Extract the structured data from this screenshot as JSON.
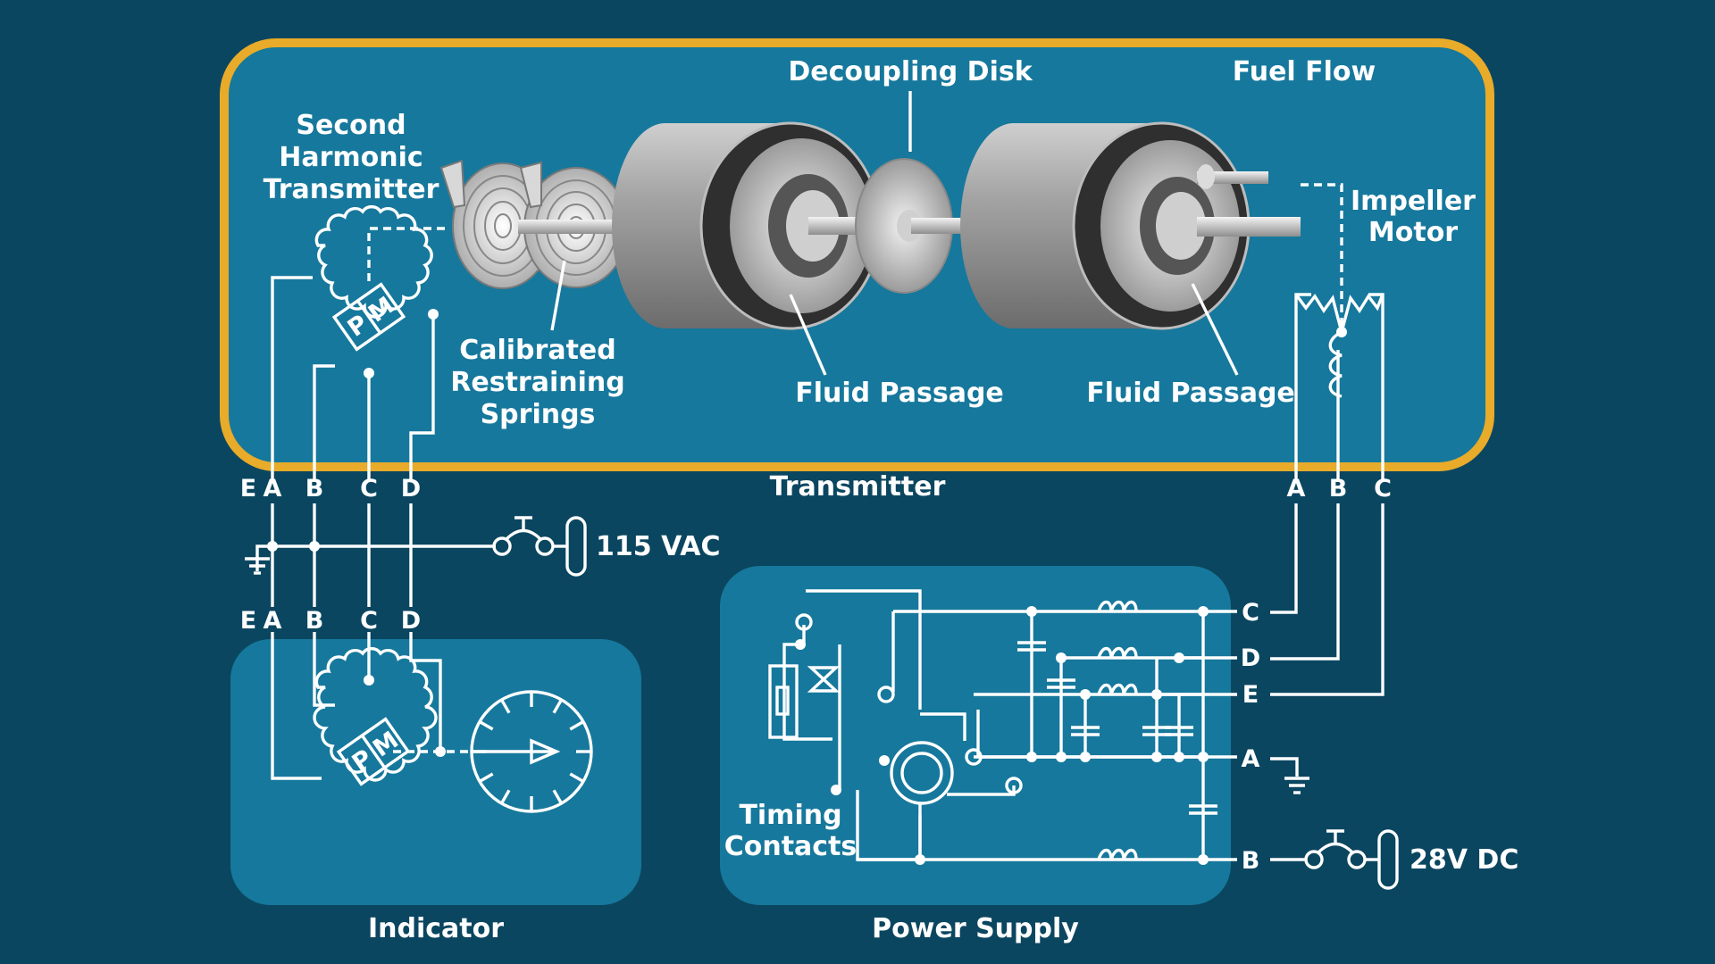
{
  "labels": {
    "decoupling_disk": "Decoupling Disk",
    "fuel_flow": "Fuel Flow",
    "second_harmonic": [
      "Second",
      "Harmonic",
      "Transmitter"
    ],
    "impeller_motor": [
      "Impeller",
      "Motor"
    ],
    "calibrated_springs": [
      "Calibrated",
      "Restraining",
      "Springs"
    ],
    "fluid_passage_1": "Fluid Passage",
    "fluid_passage_2": "Fluid Passage",
    "transmitter": "Transmitter",
    "indicator": "Indicator",
    "power_supply": "Power Supply",
    "timing_contacts": [
      "Timing",
      "Contacts"
    ],
    "vac": "115 VAC",
    "vdc": "28V DC",
    "pm": [
      "P",
      "M"
    ]
  },
  "terminals": {
    "transmitter_left": [
      "E",
      "A",
      "B",
      "C",
      "D"
    ],
    "indicator_top": [
      "E",
      "A",
      "B",
      "C",
      "D"
    ],
    "transmitter_right": [
      "A",
      "B",
      "C"
    ],
    "power_supply": [
      "C",
      "D",
      "E",
      "A",
      "B"
    ]
  },
  "colors": {
    "background": "#0b4660",
    "panel": "#16789c",
    "transmitter_border": "#e8ab2a",
    "wire": "#ffffff",
    "cylinder": "#9b9b9b"
  }
}
